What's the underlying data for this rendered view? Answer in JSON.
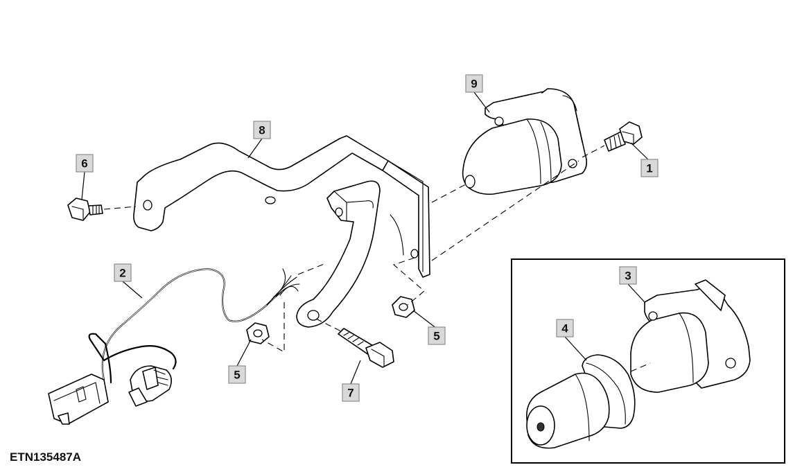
{
  "figure_id": "ETN135487A",
  "callouts": {
    "c1": "1",
    "c2": "2",
    "c3": "3",
    "c4": "4",
    "c5a": "5",
    "c5b": "5",
    "c6": "6",
    "c7": "7",
    "c8": "8",
    "c9": "9"
  },
  "colors": {
    "callout_fill": "#d9d9d9",
    "callout_border": "#8c8c8c",
    "line": "#000000"
  }
}
